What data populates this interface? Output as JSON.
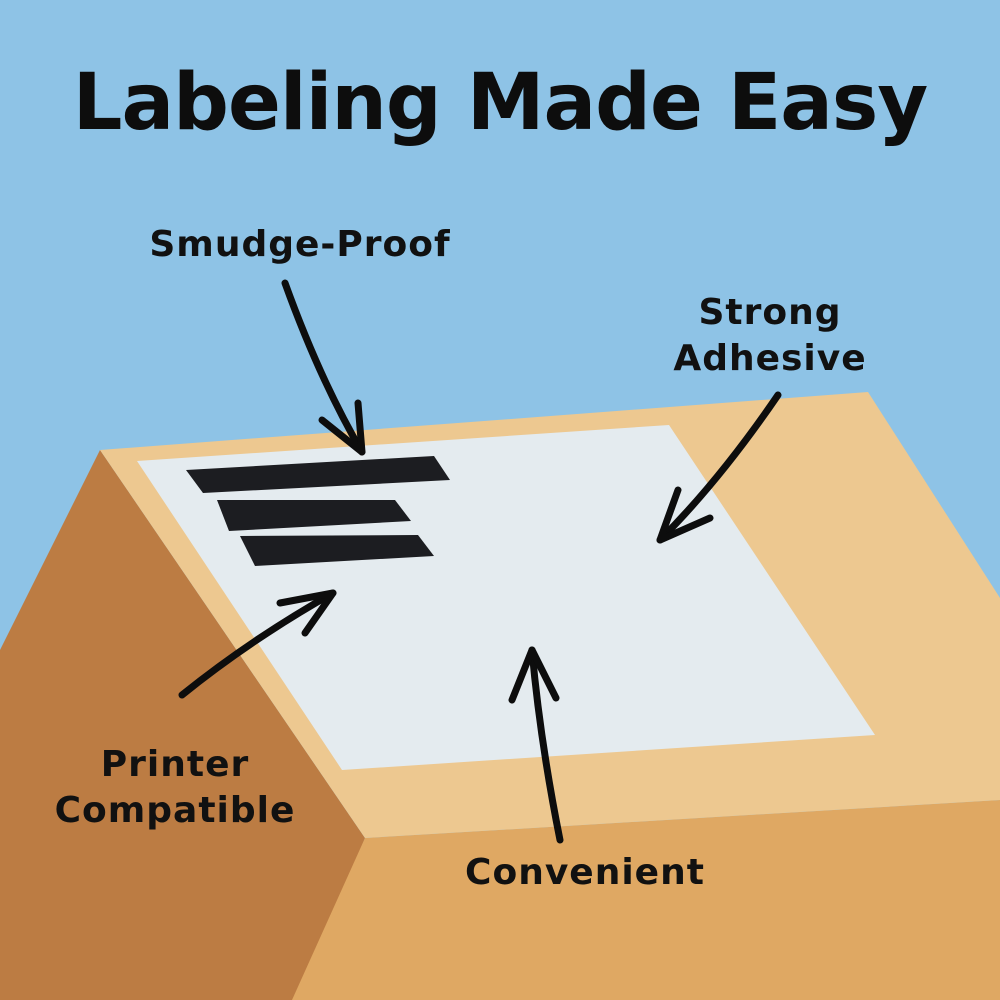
{
  "title": "Labeling Made Easy",
  "callouts": {
    "smudge_proof": "Smudge-Proof",
    "strong_adhesive_line1": "Strong",
    "strong_adhesive_line2": "Adhesive",
    "printer_compatible_line1": "Printer",
    "printer_compatible_line2": "Compatible",
    "convenient": "Convenient"
  },
  "colors": {
    "background": "#8ec3e6",
    "box_top": "#edc890",
    "box_left": "#bc7c43",
    "box_front": "#dfa863",
    "label": "#e4ebef",
    "ink": "#1c1d21"
  }
}
